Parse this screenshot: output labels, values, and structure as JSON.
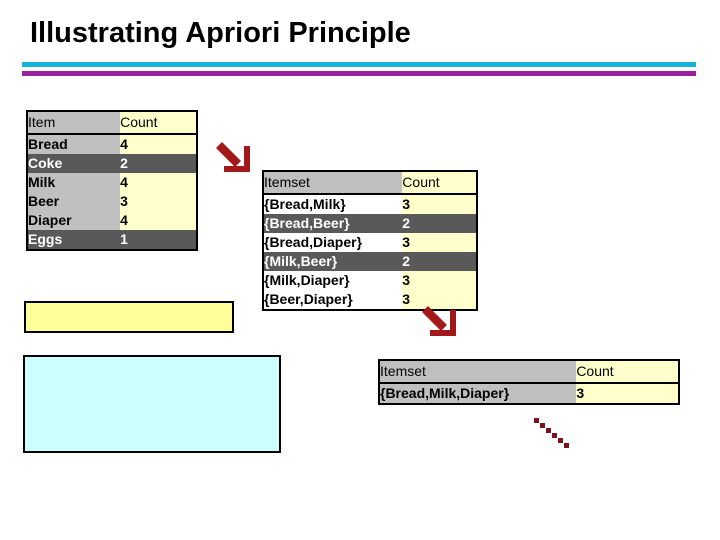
{
  "slide": {
    "title": "Illustrating Apriori Principle",
    "rule_top_color": "#17b6d6",
    "rule_bottom_color": "#9b20a0",
    "background_color": "#ffffff"
  },
  "colors": {
    "header_gray": "#c0c0c0",
    "count_yellow": "#ffffcc",
    "pruned_dark": "#595959",
    "pruned_text": "#ffffff",
    "arrow_red": "#a31919",
    "box_yellow": "#ffff99",
    "box_cyan": "#ccffff",
    "border_black": "#000000"
  },
  "tables": {
    "items": {
      "name": "item-counts",
      "columns": [
        "Item",
        "Count"
      ],
      "rows": [
        {
          "label": "Bread",
          "count": "4",
          "pruned": false
        },
        {
          "label": "Coke",
          "count": "2",
          "pruned": true
        },
        {
          "label": "Milk",
          "count": "4",
          "pruned": false
        },
        {
          "label": "Beer",
          "count": "3",
          "pruned": false
        },
        {
          "label": "Diaper",
          "count": "4",
          "pruned": false
        },
        {
          "label": "Eggs",
          "count": "1",
          "pruned": true
        }
      ]
    },
    "pairs": {
      "name": "pair-itemset-counts",
      "columns": [
        "Itemset",
        "Count"
      ],
      "rows": [
        {
          "label": "{Bread,Milk}",
          "count": "3",
          "pruned": false
        },
        {
          "label": "{Bread,Beer}",
          "count": "2",
          "pruned": true
        },
        {
          "label": "{Bread,Diaper}",
          "count": "3",
          "pruned": false
        },
        {
          "label": "{Milk,Beer}",
          "count": "2",
          "pruned": true
        },
        {
          "label": "{Milk,Diaper}",
          "count": "3",
          "pruned": false
        },
        {
          "label": "{Beer,Diaper}",
          "count": "3",
          "pruned": false
        }
      ]
    },
    "triples": {
      "name": "triple-itemset-counts",
      "columns": [
        "Itemset",
        "Count"
      ],
      "rows": [
        {
          "label": "{Bread,Milk,Diaper}",
          "count": "3",
          "pruned": false
        }
      ]
    }
  },
  "placeholders": {
    "yellow_box": {
      "name": "yellow-placeholder-box",
      "text": ""
    },
    "cyan_box": {
      "name": "cyan-placeholder-box",
      "text": ""
    }
  },
  "arrows": [
    {
      "name": "arrow-items-to-pairs",
      "style": "solid",
      "direction": "down-right"
    },
    {
      "name": "arrow-pairs-to-triples",
      "style": "solid",
      "direction": "down-right"
    },
    {
      "name": "arrow-dotted-trailing",
      "style": "dotted",
      "direction": "down-right"
    }
  ]
}
